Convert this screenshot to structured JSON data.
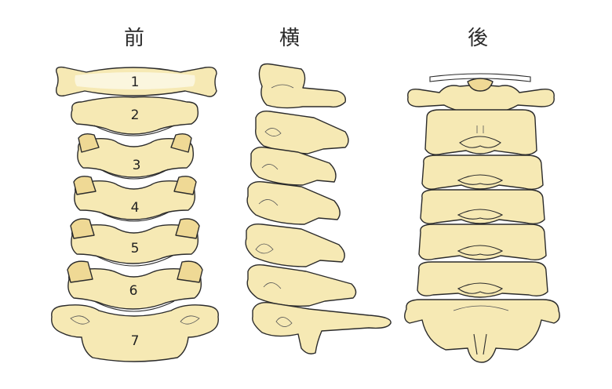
{
  "views": {
    "front": {
      "label": "前"
    },
    "side": {
      "label": "横"
    },
    "back": {
      "label": "後"
    }
  },
  "vertebrae_numbers": [
    "1",
    "2",
    "3",
    "4",
    "5",
    "6",
    "7"
  ],
  "colors": {
    "bone_fill": "#f6e9b4",
    "bone_shade": "#efd995",
    "outline": "#2b2b2b"
  }
}
